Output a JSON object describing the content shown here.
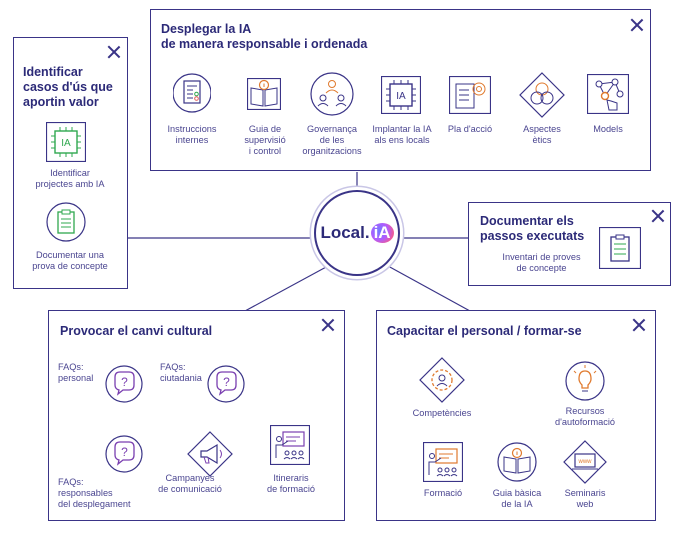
{
  "center": {
    "brand_text": "Local.",
    "brand_ia": "iA"
  },
  "boxes": {
    "top": {
      "title_line1": "Desplegar la IA",
      "title_line2": "de manera responsable i ordenada",
      "items": [
        {
          "line1": "Instruccions",
          "line2": "internes",
          "line3": "",
          "icon": "checklist-document-icon"
        },
        {
          "line1": "Guia de",
          "line2": "supervisió",
          "line3": "i control",
          "icon": "info-book-icon"
        },
        {
          "line1": "Governança",
          "line2": "de les",
          "line3": "organitzacions",
          "icon": "people-network-icon"
        },
        {
          "line1": "Implantar la IA",
          "line2": "als ens locals",
          "line3": "",
          "icon": "ai-chip-icon"
        },
        {
          "line1": "Pla d'acció",
          "line2": "",
          "line3": "",
          "icon": "target-plan-icon"
        },
        {
          "line1": "Aspectes",
          "line2": "ètics",
          "line3": "",
          "icon": "ethics-diamond-icon"
        },
        {
          "line1": "Models",
          "line2": "",
          "line3": "",
          "icon": "network-hand-icon"
        }
      ]
    },
    "left": {
      "title_line1": "Identificar",
      "title_line2": "casos d'ús que",
      "title_line3": "aportin valor",
      "items": [
        {
          "line1": "Identificar",
          "line2": "projectes amb IA",
          "icon": "ai-chip-icon"
        },
        {
          "line1": "Documentar una",
          "line2": "prova de concepte",
          "icon": "clipboard-icon"
        }
      ]
    },
    "right": {
      "title_line1": "Documentar els",
      "title_line2": "passos executats",
      "item": {
        "line1": "Inventari de proves",
        "line2": "de concepte",
        "icon": "clipboard-icon"
      }
    },
    "bottom_left": {
      "title": "Provocar el canvi cultural",
      "items": [
        {
          "line1": "FAQs:",
          "line2": "personal",
          "line3": "",
          "icon": "question-bubble-icon"
        },
        {
          "line1": "FAQs:",
          "line2": "ciutadania",
          "line3": "",
          "icon": "question-bubble-icon"
        },
        {
          "line1": "FAQs:",
          "line2": "responsables",
          "line3": "del desplegament",
          "icon": "question-bubble-icon"
        },
        {
          "line1": "Campanyes",
          "line2": "de comunicació",
          "line3": "",
          "icon": "megaphone-icon"
        },
        {
          "line1": "Itineraris",
          "line2": "de formació",
          "line3": "",
          "icon": "presentation-icon"
        }
      ]
    },
    "bottom_right": {
      "title": "Capacitar el personal / formar-se",
      "items": [
        {
          "line1": "Competències",
          "line2": "",
          "icon": "competence-gear-icon"
        },
        {
          "line1": "Recursos",
          "line2": "d'autoformació",
          "icon": "lightbulb-icon"
        },
        {
          "line1": "Formació",
          "line2": "",
          "icon": "classroom-icon"
        },
        {
          "line1": "Guia bàsica",
          "line2": "de la IA",
          "icon": "info-book-icon"
        },
        {
          "line1": "Seminaris",
          "line2": "web",
          "icon": "web-seminar-icon"
        }
      ]
    }
  },
  "colors": {
    "primary": "#3a3487",
    "accent_green": "#2fa84f",
    "accent_orange": "#e07a2e",
    "accent_purple": "#7a3fb0"
  }
}
